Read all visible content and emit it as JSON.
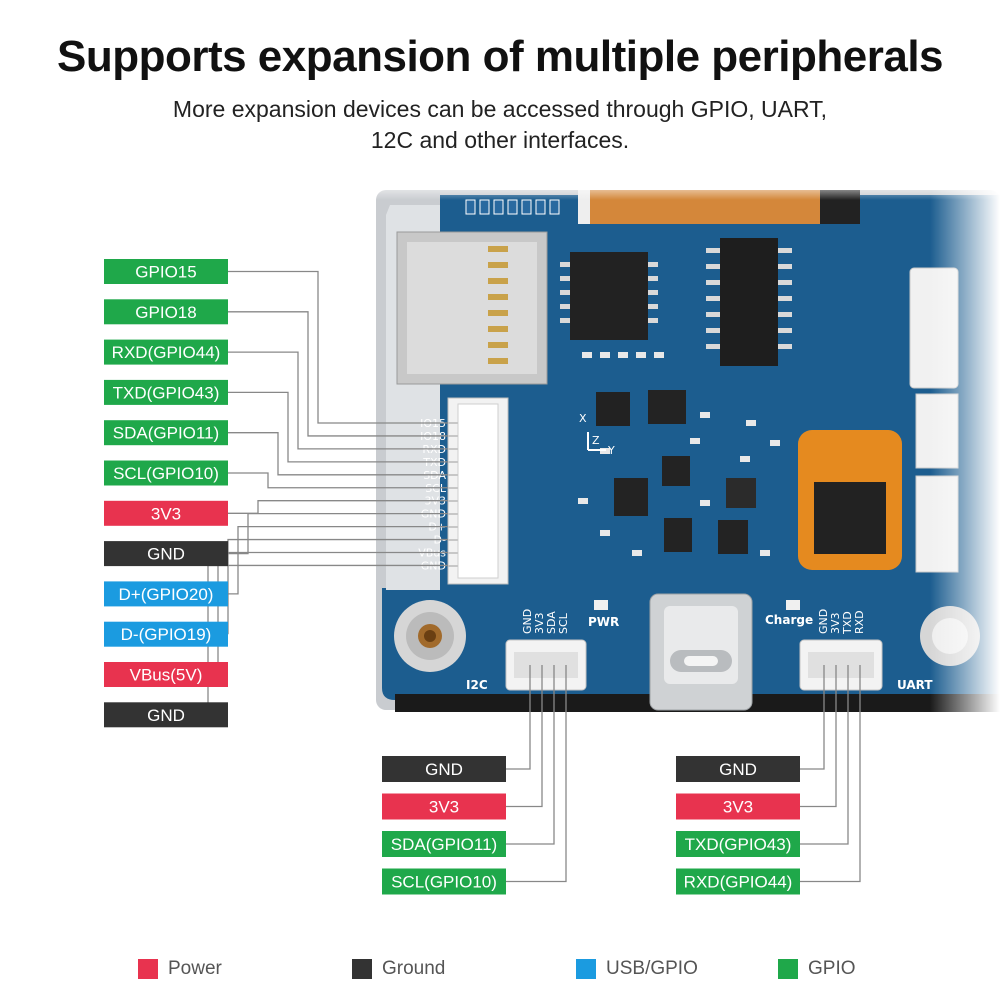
{
  "header": {
    "title": "Supports expansion of multiple peripherals",
    "subtitle_line1": "More expansion devices can be accessed through GPIO, UART,",
    "subtitle_line2": "12C and other interfaces."
  },
  "colors": {
    "gpio": "#1fa84a",
    "power": "#e8334f",
    "ground": "#333333",
    "usb_gpio": "#1b9be0",
    "pcb": "#1c5d8f",
    "line": "#888888"
  },
  "left_header": {
    "labels": [
      {
        "text": "GPIO15",
        "type": "gpio"
      },
      {
        "text": "GPIO18",
        "type": "gpio"
      },
      {
        "text": "RXD(GPIO44)",
        "type": "gpio"
      },
      {
        "text": "TXD(GPIO43)",
        "type": "gpio"
      },
      {
        "text": "SDA(GPIO11)",
        "type": "gpio"
      },
      {
        "text": "SCL(GPIO10)",
        "type": "gpio"
      },
      {
        "text": "3V3",
        "type": "power"
      },
      {
        "text": "GND",
        "type": "ground"
      },
      {
        "text": "D+(GPIO20)",
        "type": "usb_gpio"
      },
      {
        "text": "D-(GPIO19)",
        "type": "usb_gpio"
      },
      {
        "text": "VBus(5V)",
        "type": "power"
      },
      {
        "text": "GND",
        "type": "ground"
      }
    ],
    "silkscreen": [
      "IO15",
      "IO18",
      "RXD",
      "TXD",
      "SDA",
      "SCL",
      "3V3",
      "GND",
      "D+",
      "D-",
      "VBus",
      "GND"
    ]
  },
  "i2c_connector": {
    "name": "I2C",
    "silkscreen": [
      "GND",
      "3V3",
      "SDA",
      "SCL"
    ],
    "labels": [
      {
        "text": "GND",
        "type": "ground"
      },
      {
        "text": "3V3",
        "type": "power"
      },
      {
        "text": "SDA(GPIO11)",
        "type": "gpio"
      },
      {
        "text": "SCL(GPIO10)",
        "type": "gpio"
      }
    ]
  },
  "uart_connector": {
    "name": "UART",
    "silkscreen": [
      "GND",
      "3V3",
      "TXD",
      "RXD"
    ],
    "labels": [
      {
        "text": "GND",
        "type": "ground"
      },
      {
        "text": "3V3",
        "type": "power"
      },
      {
        "text": "TXD(GPIO43)",
        "type": "gpio"
      },
      {
        "text": "RXD(GPIO44)",
        "type": "gpio"
      }
    ]
  },
  "board": {
    "pwr_label": "PWR",
    "charge_label": "Charge",
    "axis_x": "X",
    "axis_y": "Y",
    "axis_z": "Z"
  },
  "legend": [
    {
      "label": "Power",
      "type": "power"
    },
    {
      "label": "Ground",
      "type": "ground"
    },
    {
      "label": "USB/GPIO",
      "type": "usb_gpio"
    },
    {
      "label": "GPIO",
      "type": "gpio"
    }
  ]
}
